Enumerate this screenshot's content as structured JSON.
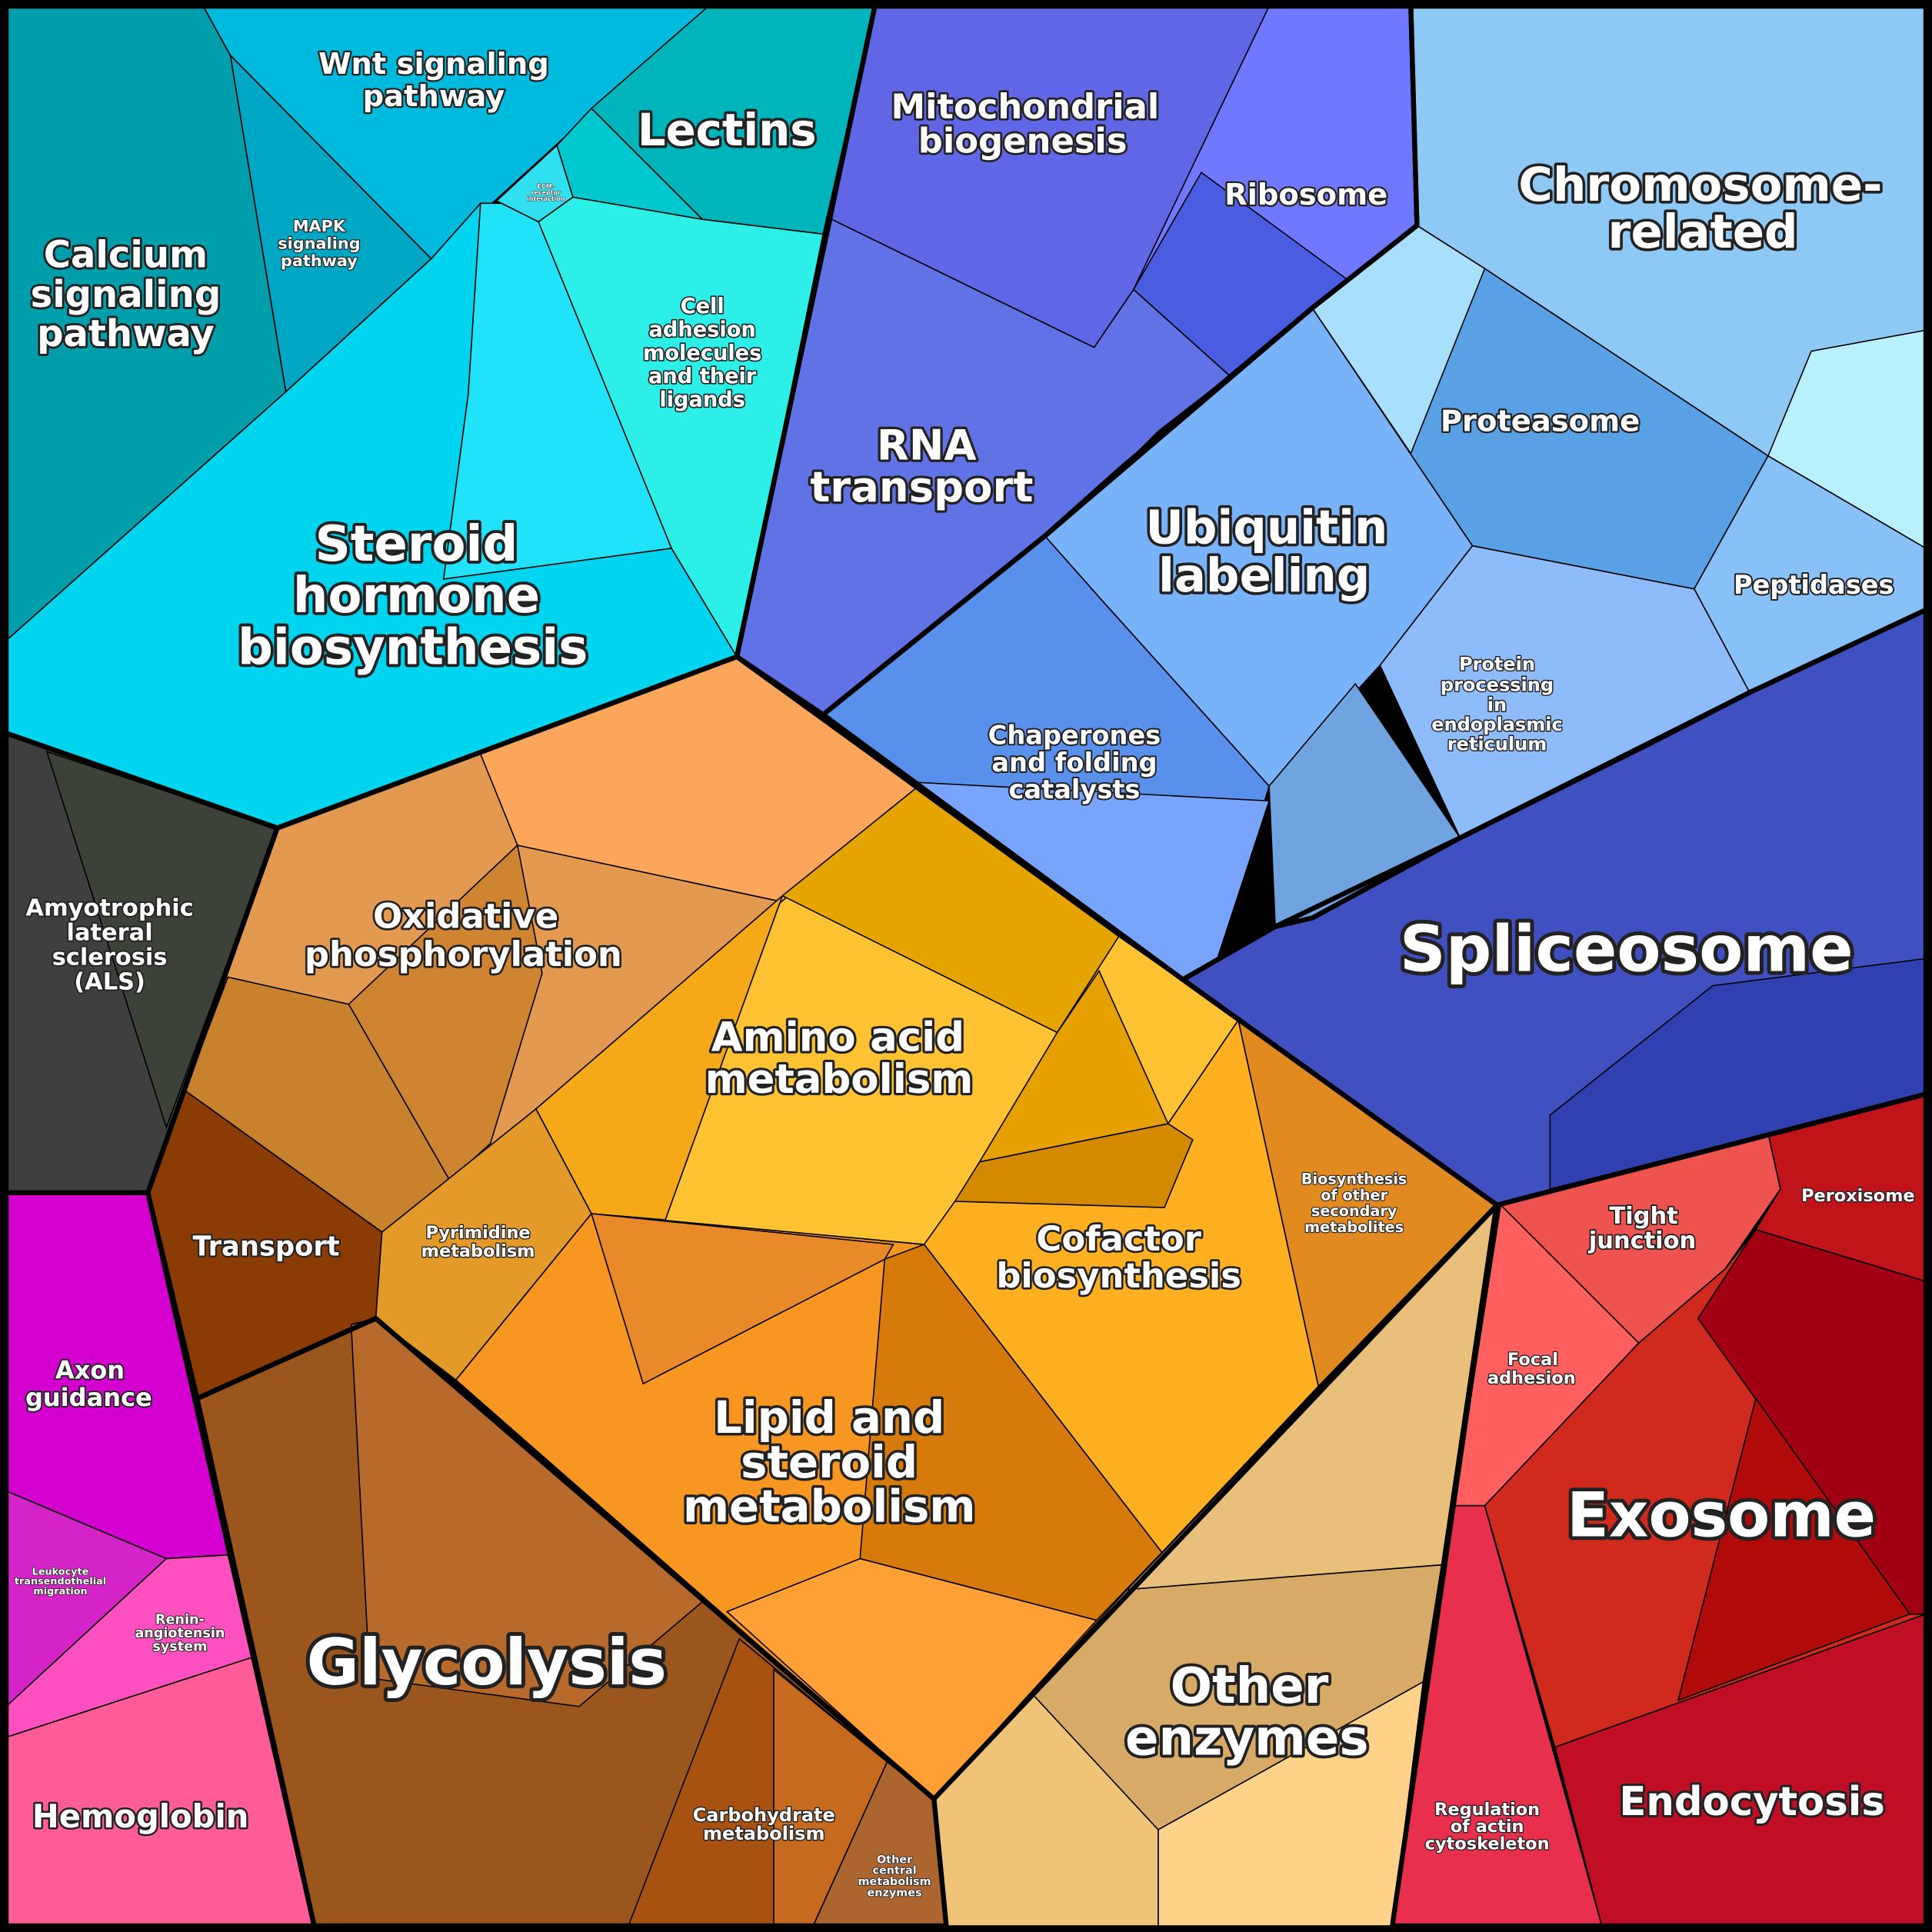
{
  "cells": {
    "calcium": {
      "lines": [
        "Calcium",
        "signaling",
        "pathway"
      ],
      "color": "#009eaa"
    },
    "wnt": {
      "lines": [
        "Wnt signaling",
        "pathway"
      ],
      "color": "#00bade"
    },
    "mapk": {
      "lines": [
        "MAPK",
        "signaling",
        "pathway"
      ],
      "color": "#00a7c4"
    },
    "lectins": {
      "lines": [
        "Lectins"
      ],
      "color": "#00b4bc"
    },
    "ecm": {
      "lines": [
        "ECM-",
        "receptor",
        "interaction"
      ],
      "color": "#30e0f0"
    },
    "cell_adhesion": {
      "lines": [
        "Cell",
        "adhesion",
        "molecules",
        "and their",
        "ligands"
      ],
      "color": "#2cefe8"
    },
    "steroid": {
      "lines": [
        "Steroid",
        "hormone",
        "biosynthesis"
      ],
      "color": "#00d4ee"
    },
    "mito": {
      "lines": [
        "Mitochondrial",
        "biogenesis"
      ],
      "color": "#6066e6"
    },
    "ribosome": {
      "lines": [
        "Ribosome"
      ],
      "color": "#7078ff"
    },
    "rna": {
      "lines": [
        "RNA",
        "transport"
      ],
      "color": "#6072e6"
    },
    "chromosome": {
      "lines": [
        "Chromosome-",
        "related"
      ],
      "color": "#8ec8f4"
    },
    "proteasome": {
      "lines": [
        "Proteasome"
      ],
      "color": "#5aa0e4"
    },
    "ubiquitin": {
      "lines": [
        "Ubiquitin",
        "labeling"
      ],
      "color": "#78b2f8"
    },
    "peptidases": {
      "lines": [
        "Peptidases"
      ],
      "color": "#88c0f8"
    },
    "protein_processing": {
      "lines": [
        "Protein",
        "processing",
        "in",
        "endoplasmic",
        "reticulum"
      ],
      "color": "#8ebcfa"
    },
    "chaperones": {
      "lines": [
        "Chaperones",
        "and folding",
        "catalysts"
      ],
      "color": "#5890ec"
    },
    "spliceosome": {
      "lines": [
        "Spliceosome"
      ],
      "color": "#4050c0"
    },
    "als": {
      "lines": [
        "Amyotrophic",
        "lateral",
        "sclerosis",
        "(ALS)"
      ],
      "color": "#3f3f3f"
    },
    "oxidative": {
      "lines": [
        "Oxidative",
        "phosphorylation"
      ],
      "color": "#e39a50"
    },
    "transport": {
      "lines": [
        "Transport"
      ],
      "color": "#8b3c05"
    },
    "amino": {
      "lines": [
        "Amino acid",
        "metabolism"
      ],
      "color": "#ffc233"
    },
    "cofactor": {
      "lines": [
        "Cofactor",
        "biosynthesis"
      ],
      "color": "#ffb020"
    },
    "biosynth_other": {
      "lines": [
        "Biosynthesis",
        "of other",
        "secondary",
        "metabolites"
      ],
      "color": "#e08a20"
    },
    "pyrimidine": {
      "lines": [
        "Pyrimidine",
        "metabolism"
      ],
      "color": "#e39a28"
    },
    "lipid": {
      "lines": [
        "Lipid and",
        "steroid",
        "metabolism"
      ],
      "color": "#f79620"
    },
    "glycolysis": {
      "lines": [
        "Glycolysis"
      ],
      "color": "#9a561c"
    },
    "carbohydrate": {
      "lines": [
        "Carbohydrate",
        "metabolism"
      ],
      "color": "#a85212"
    },
    "other_central": {
      "lines": [
        "Other",
        "central",
        "metabolism",
        "enzymes"
      ],
      "color": "#ad6530"
    },
    "other_enzymes": {
      "lines": [
        "Other",
        "enzymes"
      ],
      "color": "#d8aa68"
    },
    "axon": {
      "lines": [
        "Axon",
        "guidance"
      ],
      "color": "#d400d0"
    },
    "leukocyte": {
      "lines": [
        "Leukocyte",
        "transendothelial",
        "migration"
      ],
      "color": "#d424c8"
    },
    "renin": {
      "lines": [
        "Renin-",
        "angiotensin",
        "system"
      ],
      "color": "#ff50c0"
    },
    "hemoglobin": {
      "lines": [
        "Hemoglobin"
      ],
      "color": "#ff5c98"
    },
    "tight": {
      "lines": [
        "Tight",
        "junction"
      ],
      "color": "#ef5350"
    },
    "peroxisome": {
      "lines": [
        "Peroxisome"
      ],
      "color": "#c0141a"
    },
    "focal": {
      "lines": [
        "Focal",
        "adhesion"
      ],
      "color": "#ff5f5f"
    },
    "actin": {
      "lines": [
        "Regulation",
        "of actin",
        "cytoskeleton"
      ],
      "color": "#e8304e"
    },
    "exosome": {
      "lines": [
        "Exosome"
      ],
      "color": "#d02a1e"
    },
    "endocytosis": {
      "lines": [
        "Endocytosis"
      ],
      "color": "#c00e24"
    }
  }
}
